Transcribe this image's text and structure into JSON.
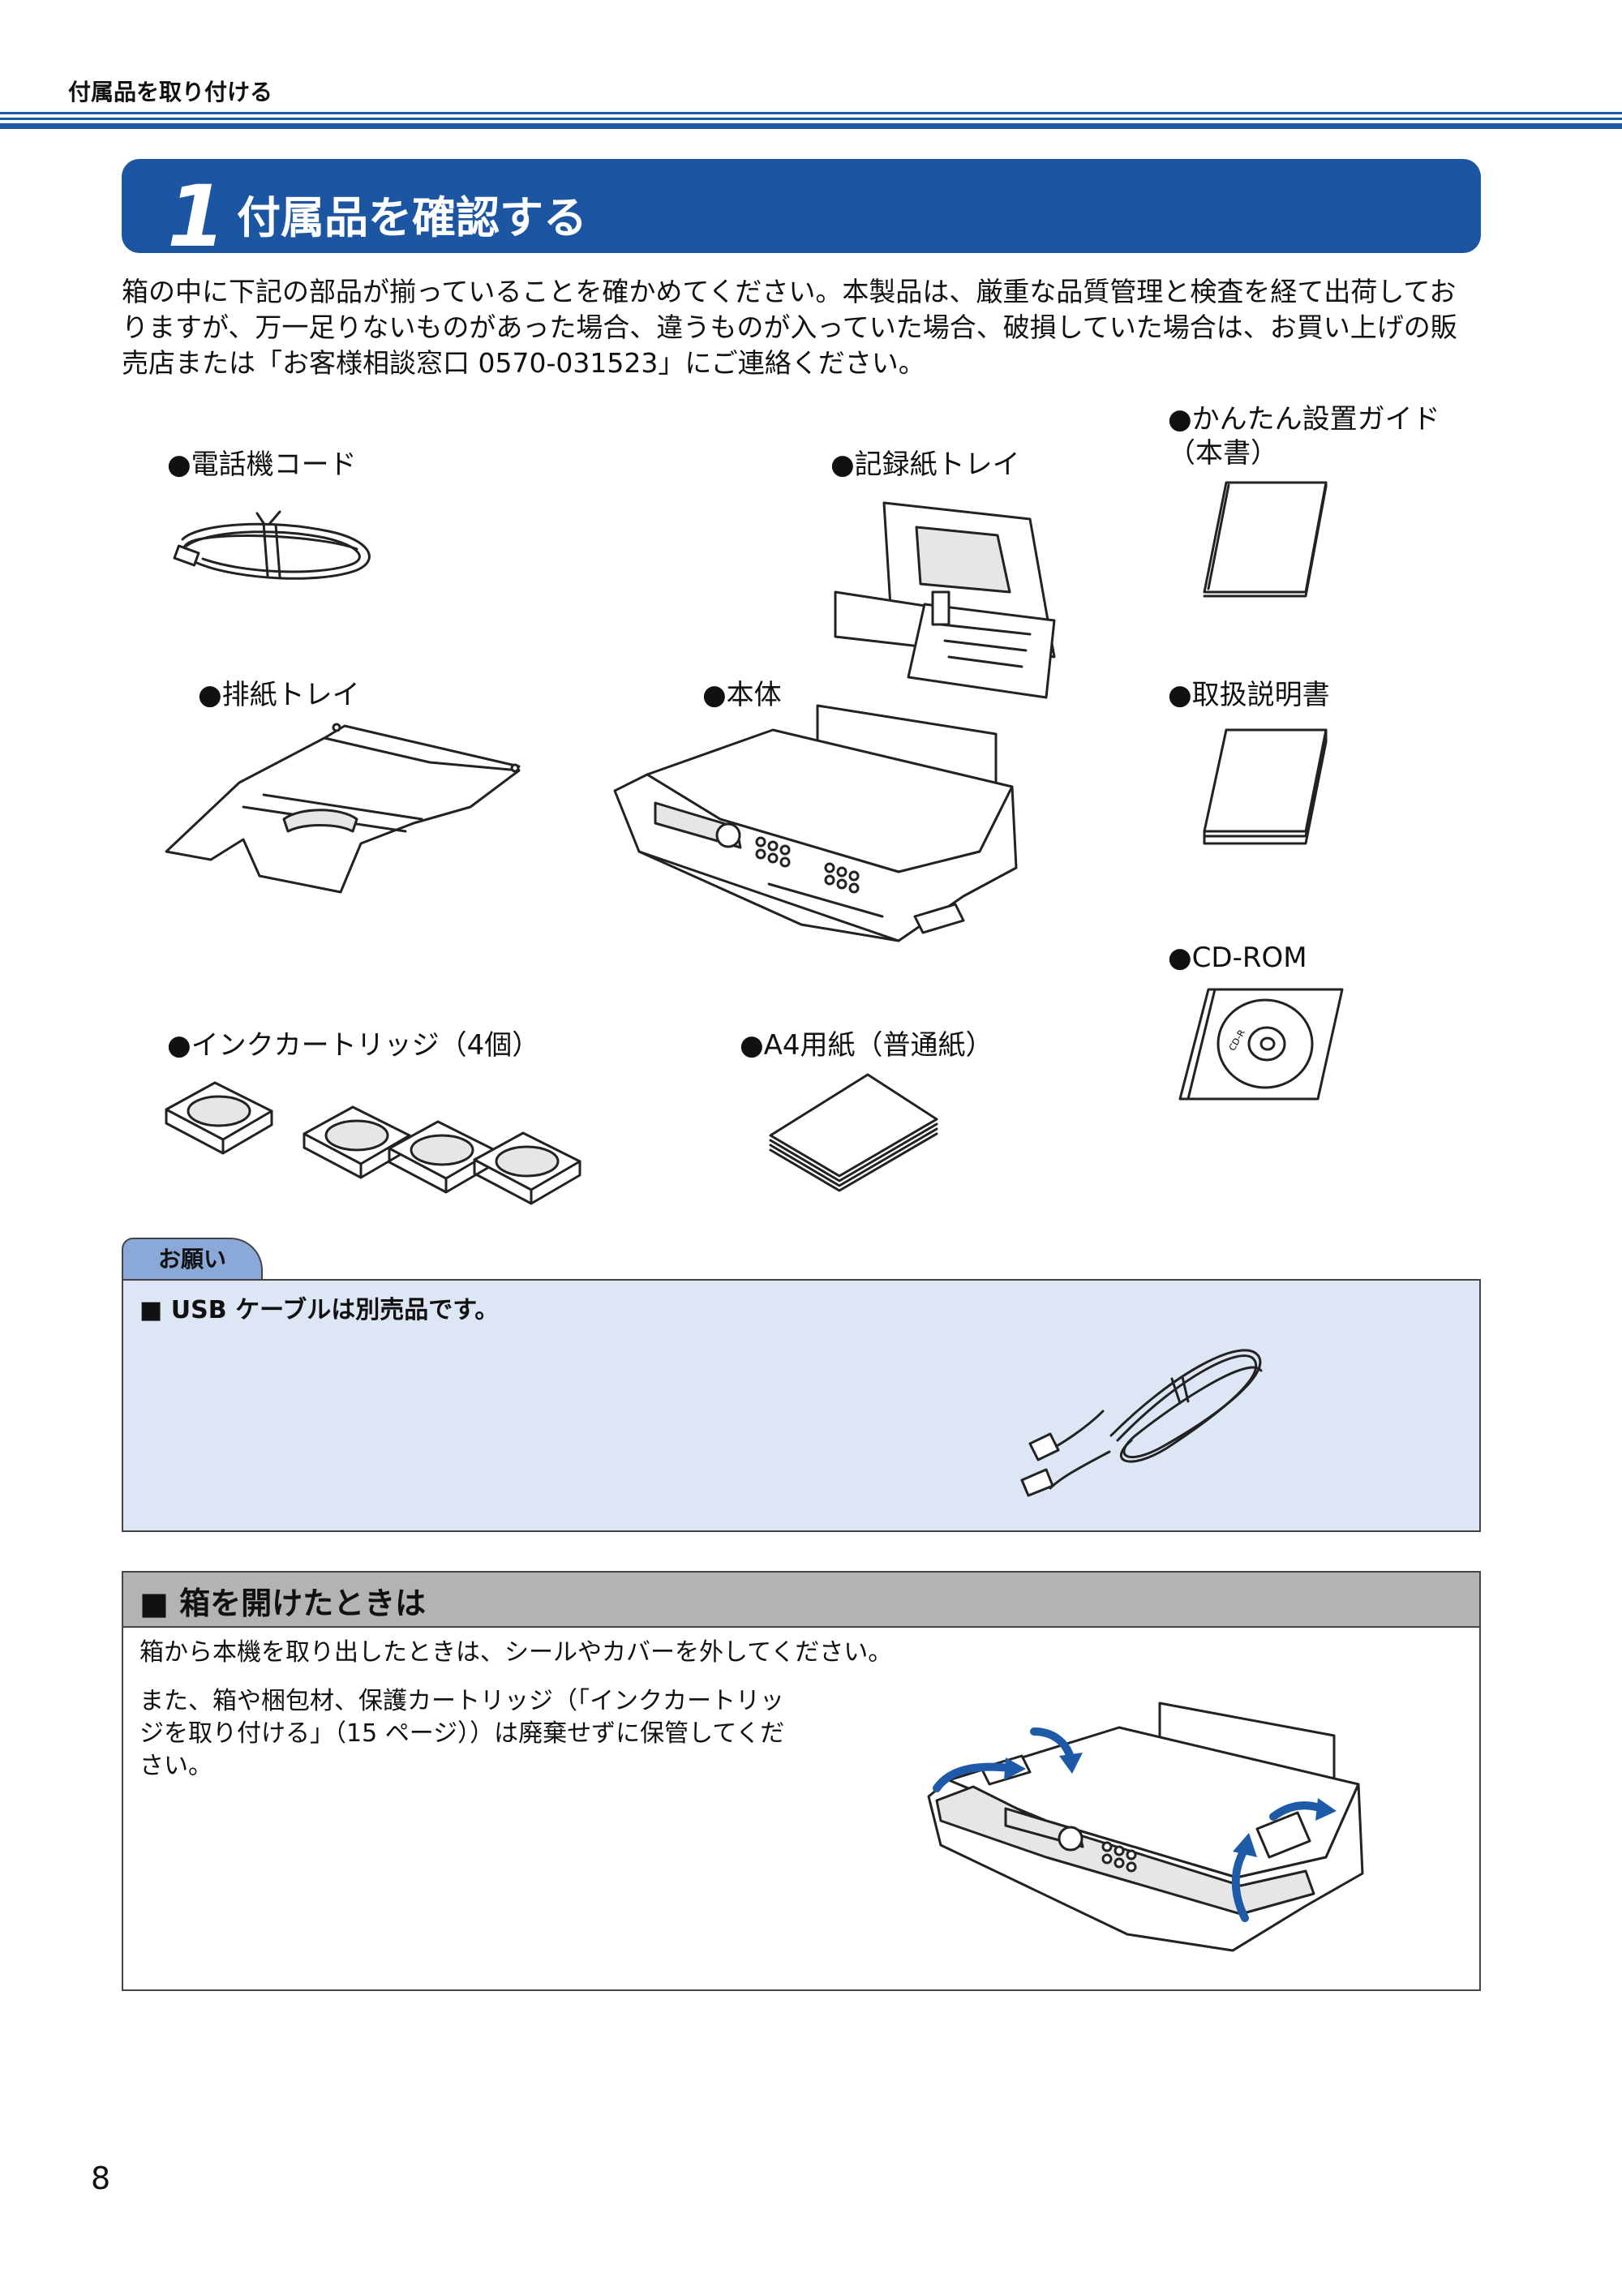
{
  "header": {
    "title": "付属品を取り付ける"
  },
  "section": {
    "number": "1",
    "title": "付属品を確認する"
  },
  "intro": {
    "lines": [
      "箱の中に下記の部品が揃っていることを確かめてください。本製品は、厳重な品質管理と検査を経て出荷してお",
      "りますが、万一足りないものがあった場合、違うものが入っていた場合、破損していた場合は、お買い上げの販",
      "売店または「お客様相談窓口 0570-031523」にご連絡ください。"
    ]
  },
  "items": {
    "phone_cord": "●電話機コード",
    "paper_tray": "●記録紙トレイ",
    "setup_guide_1": "●かんたん設置ガイド",
    "setup_guide_2": "（本書）",
    "output_tray": "●排紙トレイ",
    "main_unit": "●本体",
    "manual": "●取扱説明書",
    "cd_rom": "●CD-ROM",
    "ink_cartridges": "●インクカートリッジ（4個）",
    "a4_paper": "●A4用紙（普通紙）"
  },
  "note": {
    "tab": "お願い",
    "text": "■  USB ケーブルは別売品です。"
  },
  "unpack": {
    "title": "■ 箱を開けたときは",
    "line1": "箱から本機を取り出したときは、シールやカバーを外してください。",
    "para2": [
      "また、箱や梱包材、保護カートリッジ（「インクカートリッ",
      "ジを取り付ける」（15 ページ））は廃棄せずに保管してくだ",
      "さい。"
    ]
  },
  "page_number": "8",
  "colors": {
    "accent": "#1c56a3",
    "note_bg": "#dde6f4",
    "note_tab": "#8aa9d8",
    "section_head": "#b3b3b3",
    "arrow": "#1d5aa8"
  }
}
